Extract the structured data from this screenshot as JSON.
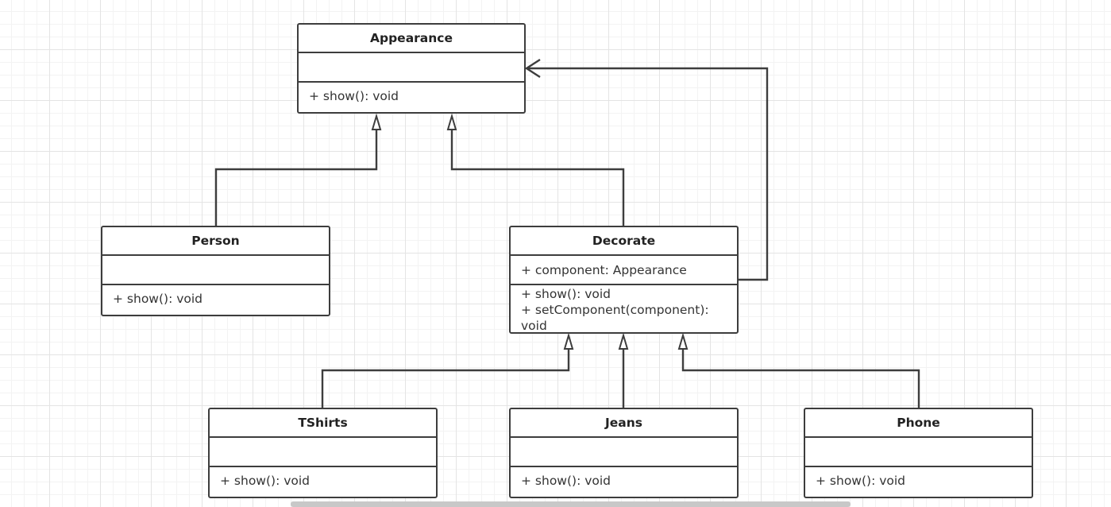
{
  "diagram": {
    "classes": {
      "appearance": {
        "name": "Appearance",
        "operations": [
          "+ show(): void"
        ]
      },
      "person": {
        "name": "Person",
        "operations": [
          "+ show(): void"
        ]
      },
      "decorate": {
        "name": "Decorate",
        "attributes": [
          "+ component: Appearance"
        ],
        "operations": [
          "+ show(): void",
          "+ setComponent(component): void"
        ]
      },
      "tshirts": {
        "name": "TShirts",
        "operations": [
          "+ show(): void"
        ]
      },
      "jeans": {
        "name": "Jeans",
        "operations": [
          "+ show(): void"
        ]
      },
      "phone": {
        "name": "Phone",
        "operations": [
          "+ show(): void"
        ]
      }
    },
    "relationships": [
      {
        "from": "Person",
        "to": "Appearance",
        "type": "generalization"
      },
      {
        "from": "Decorate",
        "to": "Appearance",
        "type": "generalization"
      },
      {
        "from": "Decorate",
        "to": "Appearance",
        "type": "association"
      },
      {
        "from": "TShirts",
        "to": "Decorate",
        "type": "generalization"
      },
      {
        "from": "Jeans",
        "to": "Decorate",
        "type": "generalization"
      },
      {
        "from": "Phone",
        "to": "Decorate",
        "type": "generalization"
      }
    ]
  },
  "colors": {
    "stroke": "#3d3d3d",
    "text": "#222222",
    "grid": "#e4e4e4"
  }
}
